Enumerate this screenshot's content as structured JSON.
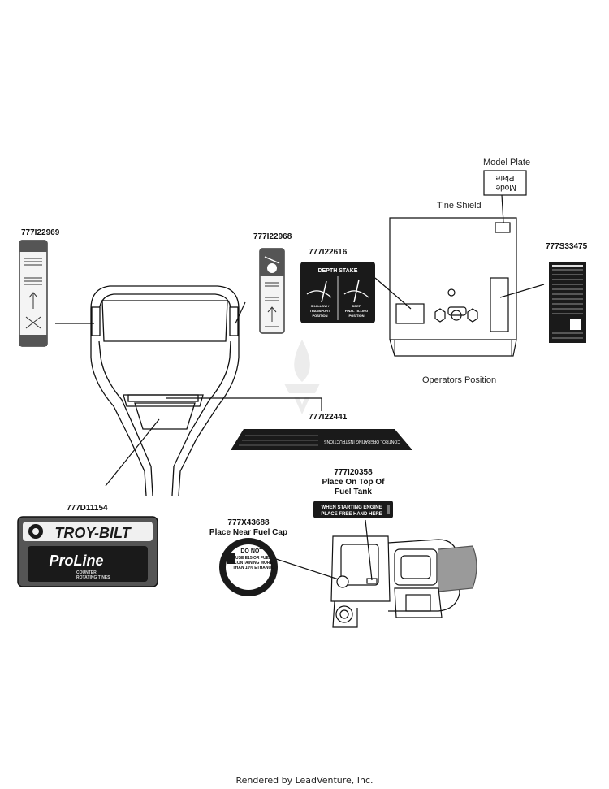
{
  "parts": {
    "p1": "777I22969",
    "p2": "777I22968",
    "p3": "777I22616",
    "p4": "777S33475",
    "p5": "777I22441",
    "p6": "777D11154",
    "p7": "777X43688",
    "p8": "777I20358"
  },
  "notes": {
    "fuel_cap_line1": "Place Near Fuel Cap",
    "fuel_tank_line1": "Place On Top Of",
    "fuel_tank_line2": "Fuel Tank"
  },
  "views": {
    "model_plate": "Model Plate",
    "tine_shield": "Tine Shield",
    "operators_position": "Operators Position"
  },
  "decals": {
    "model_plate_text_1": "Model",
    "model_plate_text_2": "Plate",
    "depth_stake_title": "DEPTH STAKE",
    "depth_stake_left_1": "SHALLOW /",
    "depth_stake_left_2": "TRANSPORT",
    "depth_stake_left_3": "POSITION",
    "depth_stake_right_1": "DEEP",
    "depth_stake_right_2": "FINAL TILLING",
    "depth_stake_right_3": "POSITION",
    "starting_engine_1": "WHEN STARTING ENGINE",
    "starting_engine_2": "PLACE FREE HAND HERE",
    "fuel_1": "DO NOT",
    "fuel_2": "USE E15 OR FUEL",
    "fuel_3": "CONTAINING MORE",
    "fuel_4": "THAN 10% ETHANOL",
    "brand": "TROY-BILT",
    "series": "ProLine",
    "series_sub_1": "COUNTER",
    "series_sub_2": "ROTATING TINES",
    "control_title": "CONTROL OPERATING INSTRUCTIONS"
  },
  "footer": "Rendered by LeadVenture, Inc.",
  "colors": {
    "line": "#111111",
    "decal_dark": "#1a1a1a",
    "engine_gray": "#9a9a9a",
    "watermark": "#e6e6e6"
  }
}
